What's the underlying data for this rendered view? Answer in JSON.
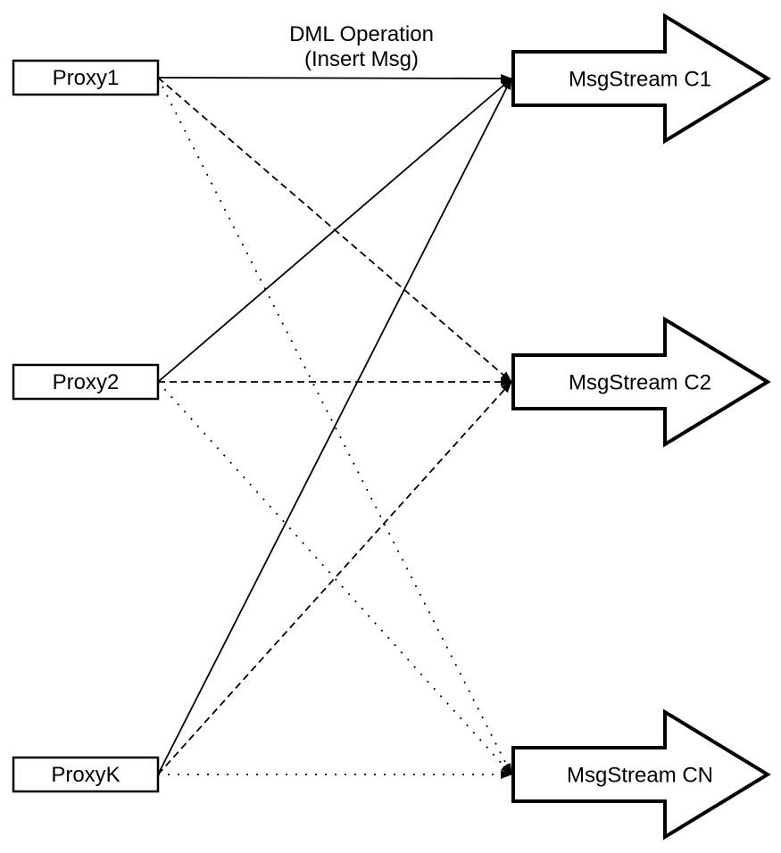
{
  "diagram": {
    "title": {
      "line1": "DML Operation",
      "line2": "(Insert Msg)"
    },
    "proxies": [
      {
        "id": "proxy1",
        "label": "Proxy1"
      },
      {
        "id": "proxy2",
        "label": "Proxy2"
      },
      {
        "id": "proxyK",
        "label": "ProxyK"
      }
    ],
    "streams": [
      {
        "id": "c1",
        "label": "MsgStream C1",
        "edge_style": "solid"
      },
      {
        "id": "c2",
        "label": "MsgStream C2",
        "edge_style": "dashed"
      },
      {
        "id": "cn",
        "label": "MsgStream CN",
        "edge_style": "dotted"
      }
    ],
    "edges": [
      {
        "from": "proxy1",
        "to": "c1",
        "style": "solid"
      },
      {
        "from": "proxy2",
        "to": "c1",
        "style": "solid"
      },
      {
        "from": "proxyK",
        "to": "c1",
        "style": "solid"
      },
      {
        "from": "proxy1",
        "to": "c2",
        "style": "dashed"
      },
      {
        "from": "proxy2",
        "to": "c2",
        "style": "dashed"
      },
      {
        "from": "proxyK",
        "to": "c2",
        "style": "dashed"
      },
      {
        "from": "proxy1",
        "to": "cn",
        "style": "dotted"
      },
      {
        "from": "proxy2",
        "to": "cn",
        "style": "dotted"
      },
      {
        "from": "proxyK",
        "to": "cn",
        "style": "dotted"
      }
    ],
    "colors": {
      "stroke": "#000000",
      "fill": "#ffffff",
      "background": "#ffffff"
    }
  }
}
